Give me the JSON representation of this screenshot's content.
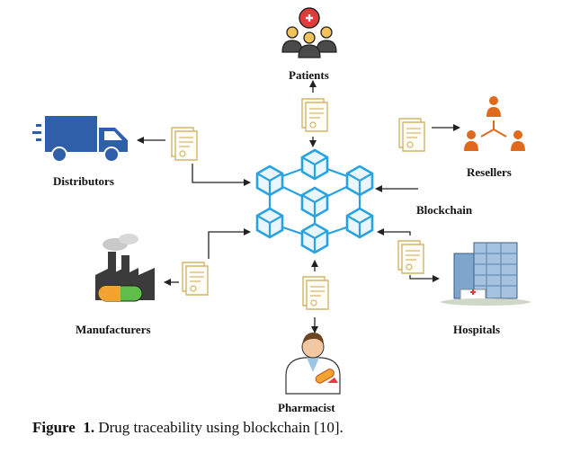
{
  "nodes": {
    "patients": "Patients",
    "distributors": "Distributors",
    "resellers": "Resellers",
    "blockchain": "Blockchain",
    "manufacturers": "Manufacturers",
    "hospitals": "Hospitals",
    "pharmacist": "Pharmacist"
  },
  "caption": {
    "prefix": "Figure",
    "number": "1.",
    "text": " Drug traceability using blockchain [10]."
  },
  "colors": {
    "cube_stroke": "#29a3e0",
    "cube_fill": "#e9f6fd",
    "document": "#d4b46a",
    "truck": "#2f5fa8",
    "reseller": "#e06a1c",
    "arrow": "#222222"
  },
  "icons": {
    "patients": "group-with-medical-cross-icon",
    "distributors": "delivery-truck-icon",
    "resellers": "reseller-network-icon",
    "blockchain": "blockchain-cubes-icon",
    "manufacturers": "factory-pill-icon",
    "hospitals": "hospital-building-icon",
    "pharmacist": "pharmacist-avatar-icon",
    "document": "certificate-document-icon"
  }
}
